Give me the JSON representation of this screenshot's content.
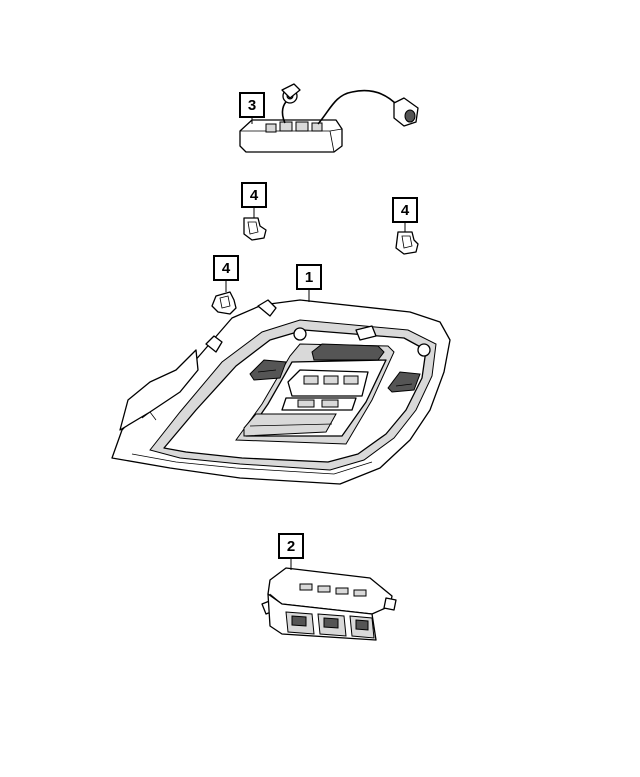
{
  "callouts": [
    {
      "id": "1",
      "label": "1"
    },
    {
      "id": "2",
      "label": "2"
    },
    {
      "id": "3",
      "label": "3"
    },
    {
      "id": "4a",
      "label": "4"
    },
    {
      "id": "4b",
      "label": "4"
    },
    {
      "id": "4c",
      "label": "4"
    }
  ],
  "colors": {
    "line": "#000000",
    "background": "#ffffff",
    "shade": "#d9d9d9"
  }
}
